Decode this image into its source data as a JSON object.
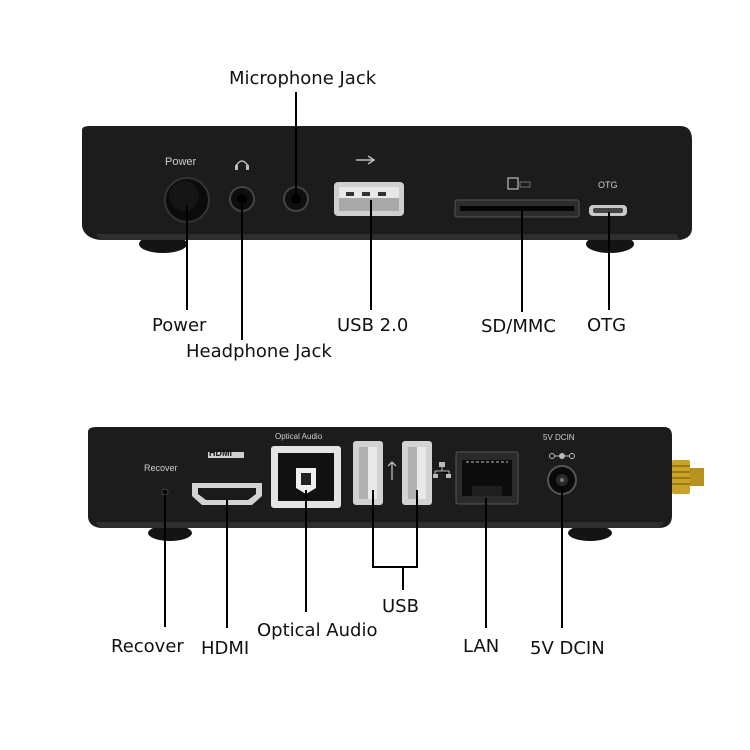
{
  "top_panel": {
    "printed": {
      "power": "Power",
      "otg": "OTG"
    },
    "labels": {
      "microphone": "Microphone Jack",
      "power": "Power",
      "headphone": "Headphone Jack",
      "usb2": "USB 2.0",
      "sdmmc": "SD/MMC",
      "otg": "OTG"
    }
  },
  "bottom_panel": {
    "printed": {
      "recover": "Recover",
      "hdmi": "HDMI",
      "optical": "Optical Audio",
      "dcin": "5V DCIN"
    },
    "labels": {
      "recover": "Recover",
      "hdmi": "HDMI",
      "optical": "Optical Audio",
      "usb": "USB",
      "lan": "LAN",
      "dcin": "5V DCIN"
    }
  },
  "colors": {
    "device_body": "#1c1c1c",
    "device_edge": "#2e2e2e",
    "leader_line": "#000000",
    "antenna_gold": "#c9a227"
  }
}
